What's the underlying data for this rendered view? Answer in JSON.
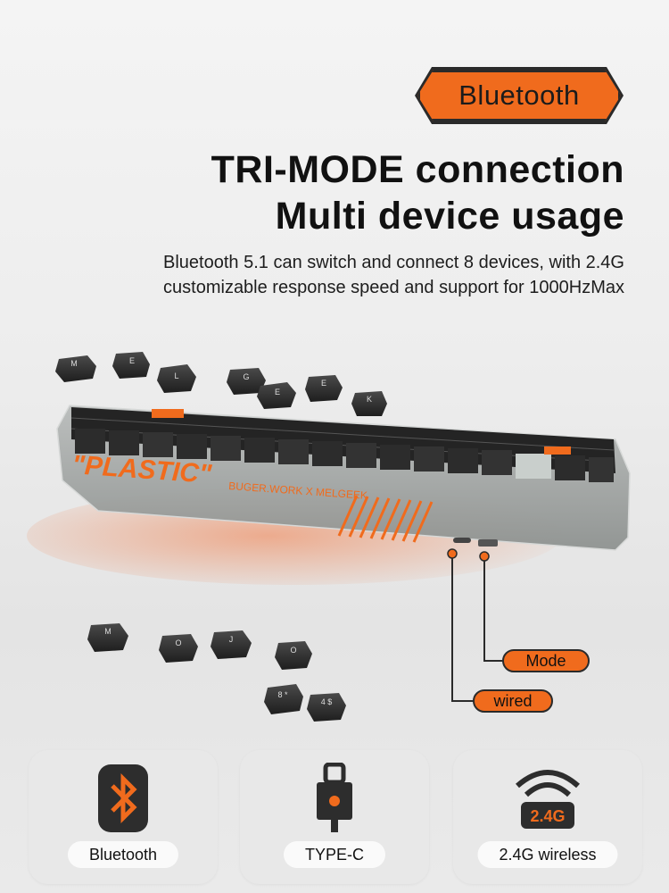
{
  "header": {
    "tag_label": "Bluetooth",
    "title_line1": "TRI-MODE connection",
    "title_line2": "Multi device usage",
    "desc_line1": "Bluetooth 5.1 can switch and connect 8 devices, with 2.4G",
    "desc_line2": "customizable response speed and support for 1000HzMax"
  },
  "keyboard": {
    "print_main": "\"PLASTIC\"",
    "print_sub": "BUGER.WORK X MELGEEK",
    "loose_keys_top": [
      "M",
      "E",
      "L",
      "G",
      "E",
      "E",
      "K"
    ],
    "loose_keys_bottom": [
      "M",
      "O",
      "J",
      "O",
      "8 *",
      "4 $"
    ]
  },
  "callouts": {
    "mode_label": "Mode",
    "wired_label": "wired"
  },
  "features": [
    {
      "label": "Bluetooth",
      "icon": "bluetooth-icon"
    },
    {
      "label": "TYPE-C",
      "icon": "usb-c-plug-icon"
    },
    {
      "label": "2.4G wireless",
      "icon": "wireless-2-4g-icon",
      "badge": "2.4G"
    }
  ],
  "colors": {
    "accent": "#f06b1d",
    "dark": "#2a2a2a"
  }
}
